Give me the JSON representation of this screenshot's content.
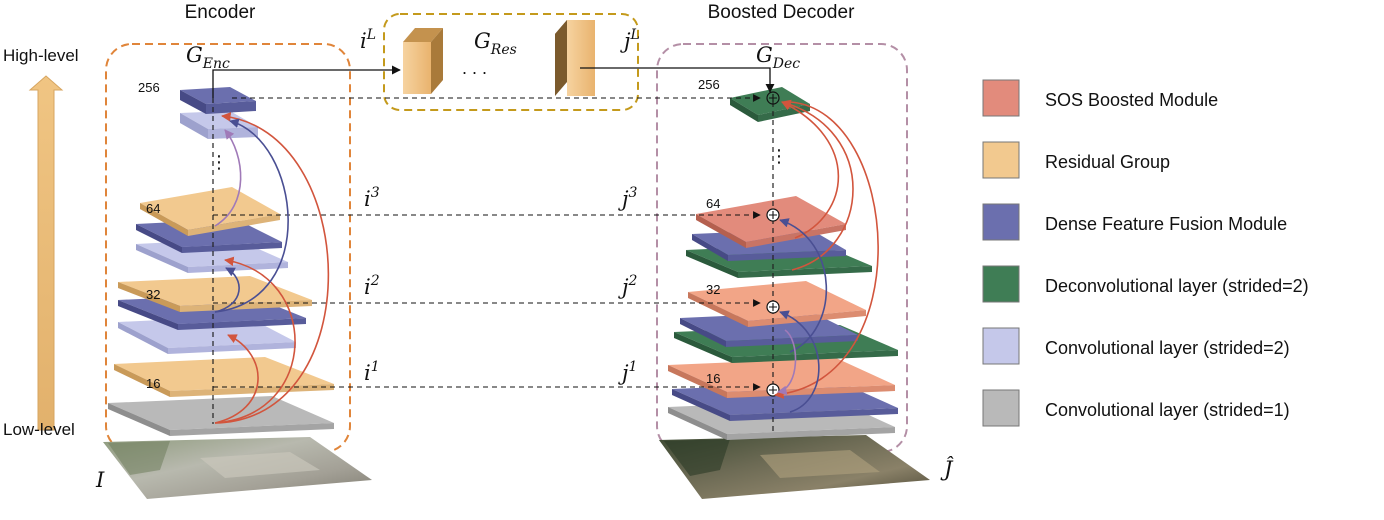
{
  "titles": {
    "encoder": "Encoder",
    "decoder": "Boosted Decoder"
  },
  "axis": {
    "high": "High-level",
    "low": "Low-level"
  },
  "modules": {
    "enc": {
      "main": "G",
      "sub": "Enc"
    },
    "res": {
      "main": "G",
      "sub": "Res"
    },
    "dec": {
      "main": "G",
      "sub": "Dec"
    },
    "dots": ". . ."
  },
  "skips_encoder": [
    {
      "main": "i",
      "sup": "L"
    },
    {
      "main": "i",
      "sup": "3"
    },
    {
      "main": "i",
      "sup": "2"
    },
    {
      "main": "i",
      "sup": "1"
    }
  ],
  "skips_decoder": [
    {
      "main": "j",
      "sup": "L"
    },
    {
      "main": "j",
      "sup": "3"
    },
    {
      "main": "j",
      "sup": "2"
    },
    {
      "main": "j",
      "sup": "1"
    }
  ],
  "channels_encoder": [
    "256",
    "64",
    "32",
    "16"
  ],
  "channels_decoder": [
    "256",
    "64",
    "32",
    "16"
  ],
  "io": {
    "input": "I",
    "output": "Ĵ"
  },
  "legend": [
    {
      "label": "SOS Boosted Module",
      "color": "#e28b7c"
    },
    {
      "label": "Residual Group",
      "color": "#f2c98f"
    },
    {
      "label": "Dense Feature Fusion Module",
      "color": "#6b6fae"
    },
    {
      "label": "Deconvolutional layer (strided=2)",
      "color": "#3f7d55"
    },
    {
      "label": "Convolutional layer (strided=2)",
      "color": "#c5c8ea"
    },
    {
      "label": "Convolutional layer (strided=1)",
      "color": "#b9b9b9"
    }
  ],
  "colors": {
    "encoder_box": "#e0853a",
    "residual_box": "#c49a1c",
    "decoder_box": "#b48fa6",
    "red_arrow": "#d2553d",
    "blue_arrow": "#4a4f93",
    "purple_arrow": "#a07ab8",
    "axis_arrow": "#f0c583"
  }
}
